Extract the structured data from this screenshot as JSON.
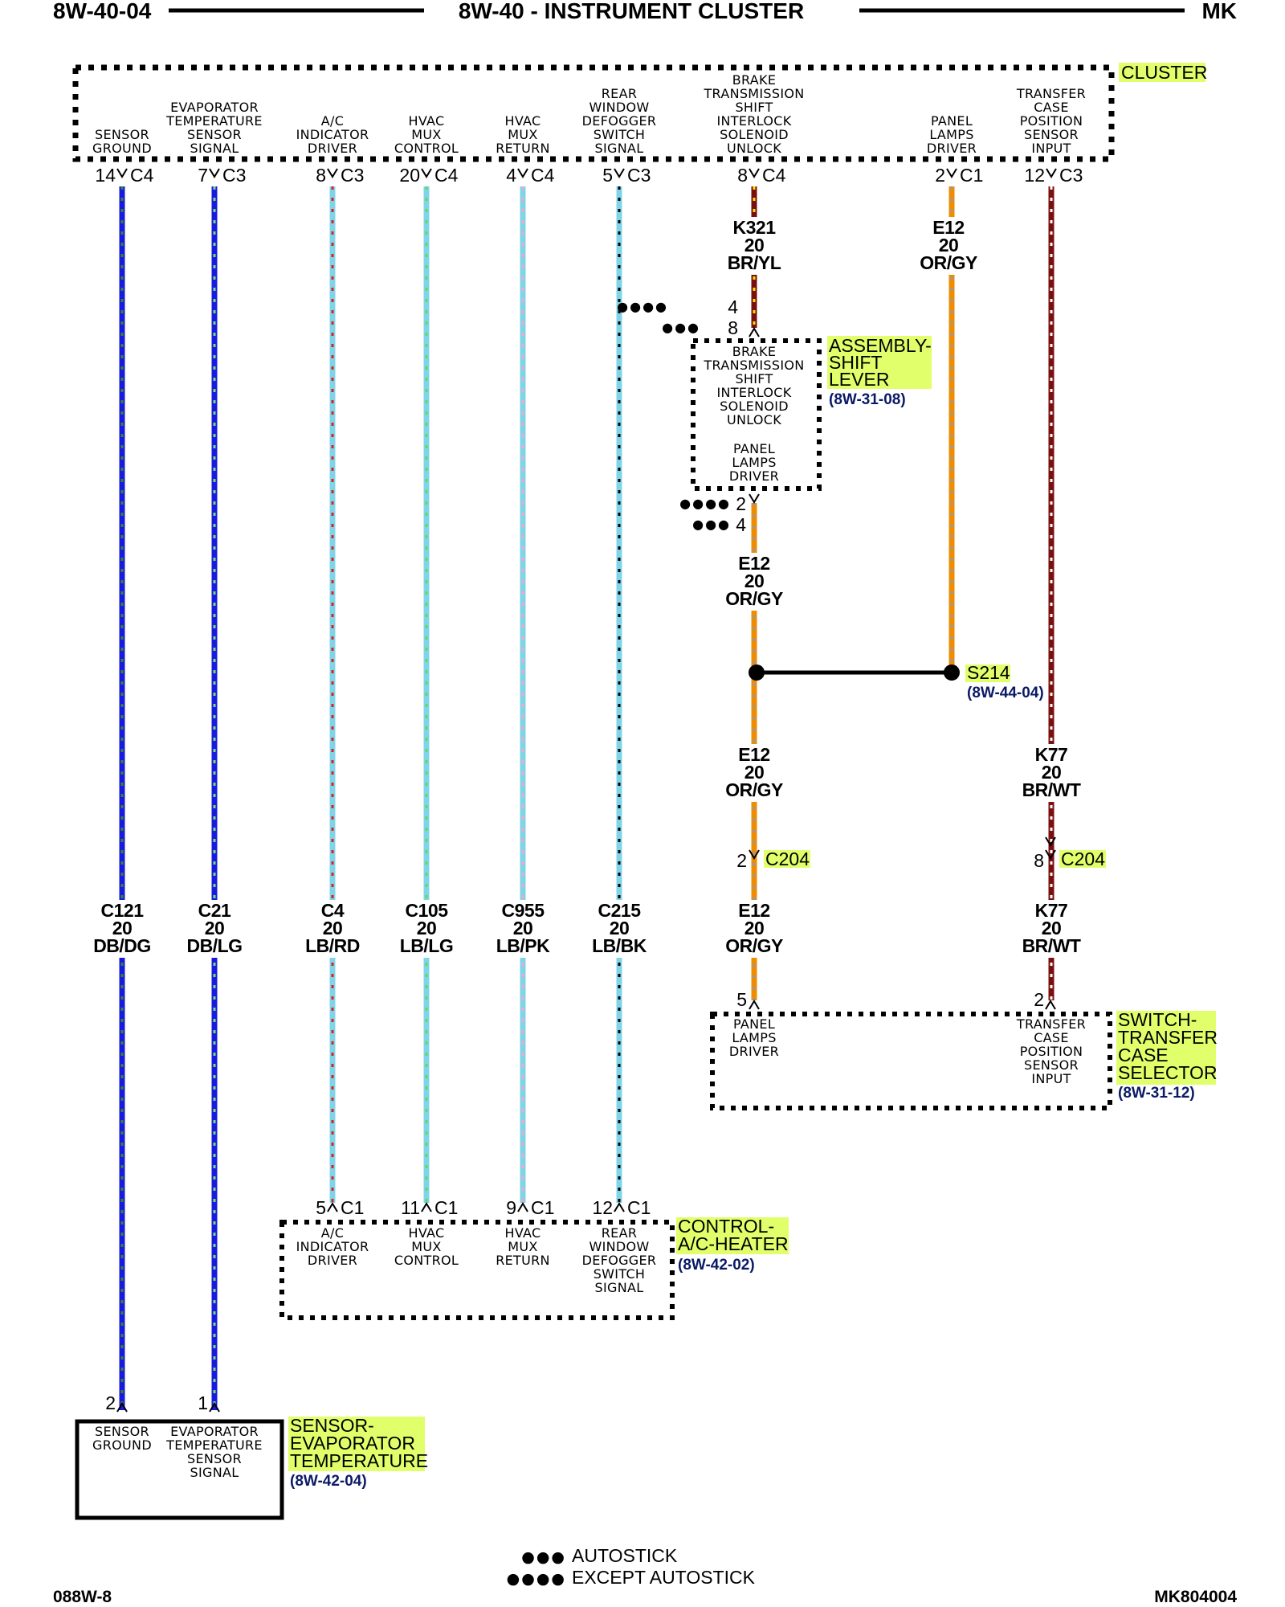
{
  "header": {
    "left_code": "8W-40-04",
    "title": "8W-40 - INSTRUMENT CLUSTER",
    "right_code": "MK"
  },
  "cluster": {
    "name": "CLUSTER",
    "pins": [
      {
        "lines": [
          "SENSOR",
          "GROUND"
        ],
        "num": "14",
        "conn": "C4"
      },
      {
        "lines": [
          "EVAPORATOR",
          "TEMPERATURE",
          "SENSOR",
          "SIGNAL"
        ],
        "num": "7",
        "conn": "C3"
      },
      {
        "lines": [
          "A/C",
          "INDICATOR",
          "DRIVER"
        ],
        "num": "8",
        "conn": "C3"
      },
      {
        "lines": [
          "HVAC",
          "MUX",
          "CONTROL"
        ],
        "num": "20",
        "conn": "C4"
      },
      {
        "lines": [
          "HVAC",
          "MUX",
          "RETURN"
        ],
        "num": "4",
        "conn": "C4"
      },
      {
        "lines": [
          "REAR",
          "WINDOW",
          "DEFOGGER",
          "SWITCH",
          "SIGNAL"
        ],
        "num": "5",
        "conn": "C3"
      },
      {
        "lines": [
          "BRAKE",
          "TRANSMISSION",
          "SHIFT",
          "INTERLOCK",
          "SOLENOID",
          "UNLOCK"
        ],
        "num": "8",
        "conn": "C4"
      },
      {
        "lines": [
          "PANEL",
          "LAMPS",
          "DRIVER"
        ],
        "num": "2",
        "conn": "C1"
      },
      {
        "lines": [
          "TRANSFER",
          "CASE",
          "POSITION",
          "SENSOR",
          "INPUT"
        ],
        "num": "12",
        "conn": "C3"
      }
    ]
  },
  "wires": [
    {
      "circuit": "C121",
      "gauge": "20",
      "color": "DB/DG",
      "base": "#1a1adf",
      "stripe": "#2e8b2e"
    },
    {
      "circuit": "C21",
      "gauge": "20",
      "color": "DB/LG",
      "base": "#1a1adf",
      "stripe": "#6fe06f"
    },
    {
      "circuit": "C4",
      "gauge": "20",
      "color": "LB/RD",
      "base": "#7fd4e8",
      "stripe": "#e02020"
    },
    {
      "circuit": "C105",
      "gauge": "20",
      "color": "LB/LG",
      "base": "#7fd4e8",
      "stripe": "#5fdc5f"
    },
    {
      "circuit": "C955",
      "gauge": "20",
      "color": "LB/PK",
      "base": "#7fd4e8",
      "stripe": "#f4a6c8"
    },
    {
      "circuit": "C215",
      "gauge": "20",
      "color": "LB/BK",
      "base": "#7fd4e8",
      "stripe": "#000000"
    }
  ],
  "right_wires": {
    "k321": {
      "circuit": "K321",
      "gauge": "20",
      "color": "BR/YL",
      "base": "#7a0f0f",
      "stripe": "#f2e600"
    },
    "e12_cluster": {
      "circuit": "E12",
      "gauge": "20",
      "color": "OR/GY",
      "base": "#f08c00",
      "stripe": "#9a9a9a"
    },
    "e12_lever": {
      "circuit": "E12",
      "gauge": "20",
      "color": "OR/GY"
    },
    "e12_splice": {
      "circuit": "E12",
      "gauge": "20",
      "color": "OR/GY"
    },
    "e12_switch": {
      "circuit": "E12",
      "gauge": "20",
      "color": "OR/GY"
    },
    "k77_upper": {
      "circuit": "K77",
      "gauge": "20",
      "color": "BR/WT",
      "base": "#7a0f0f",
      "stripe": "#ffffff"
    },
    "k77_lower": {
      "circuit": "K77",
      "gauge": "20",
      "color": "BR/WT"
    }
  },
  "shift_lever": {
    "name_lines": [
      "ASSEMBLY-",
      "SHIFT",
      "LEVER"
    ],
    "ref": "(8W-31-08)",
    "pin_top_a": "4",
    "pin_top_b": "8",
    "pin_bot_a": "2",
    "pin_bot_b": "4",
    "func1": [
      "BRAKE",
      "TRANSMISSION",
      "SHIFT",
      "INTERLOCK",
      "SOLENOID",
      "UNLOCK"
    ],
    "func2": [
      "PANEL",
      "LAMPS",
      "DRIVER"
    ]
  },
  "splice": {
    "name": "S214",
    "ref": "(8W-44-04)"
  },
  "c204": {
    "name": "C204",
    "pin_e12": "2",
    "pin_k77": "8"
  },
  "switch": {
    "name_lines": [
      "SWITCH-",
      "TRANSFER",
      "CASE",
      "SELECTOR"
    ],
    "ref": "(8W-31-12)",
    "pin_a": "5",
    "pin_b": "2",
    "func_a": [
      "PANEL",
      "LAMPS",
      "DRIVER"
    ],
    "func_b": [
      "TRANSFER",
      "CASE",
      "POSITION",
      "SENSOR",
      "INPUT"
    ]
  },
  "hvac": {
    "name_lines": [
      "CONTROL-",
      "A/C-HEATER"
    ],
    "ref": "(8W-42-02)",
    "pins": [
      {
        "num": "5",
        "conn": "C1",
        "lines": [
          "A/C",
          "INDICATOR",
          "DRIVER"
        ]
      },
      {
        "num": "11",
        "conn": "C1",
        "lines": [
          "HVAC",
          "MUX",
          "CONTROL"
        ]
      },
      {
        "num": "9",
        "conn": "C1",
        "lines": [
          "HVAC",
          "MUX",
          "RETURN"
        ]
      },
      {
        "num": "12",
        "conn": "C1",
        "lines": [
          "REAR",
          "WINDOW",
          "DEFOGGER",
          "SWITCH",
          "SIGNAL"
        ]
      }
    ]
  },
  "sensor": {
    "name_lines": [
      "SENSOR-",
      "EVAPORATOR",
      "TEMPERATURE"
    ],
    "ref": "(8W-42-04)",
    "pins": [
      {
        "num": "2",
        "lines": [
          "SENSOR",
          "GROUND"
        ]
      },
      {
        "num": "1",
        "lines": [
          "EVAPORATOR",
          "TEMPERATURE",
          "SENSOR",
          "SIGNAL"
        ]
      }
    ]
  },
  "legend": {
    "autostick_dots": "●●●",
    "autostick": "AUTOSTICK",
    "except_dots": "●●●●",
    "except": "EXCEPT AUTOSTICK"
  },
  "footer": {
    "left": "088W-8",
    "right": "MK804004"
  }
}
